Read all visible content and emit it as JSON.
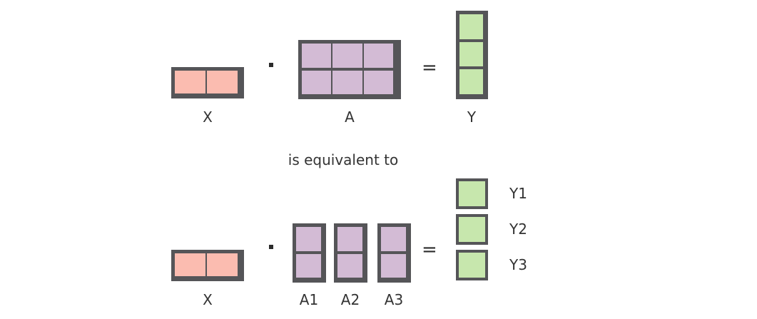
{
  "figure": {
    "background_color": "#ffffff",
    "border_color": "#555558",
    "text_color": "#333333",
    "colors": {
      "x_fill": "#fbbcb0",
      "a_fill": "#d3bbd5",
      "y_fill": "#c7e7ad"
    },
    "connector_text": "is equivalent to"
  },
  "top_equation": {
    "operator_multiply": "·",
    "operator_equals": "=",
    "x_matrix": {
      "label": "X",
      "rows": 1,
      "cols": 2,
      "color": "x_fill"
    },
    "a_matrix": {
      "label": "A",
      "rows": 2,
      "cols": 3,
      "color": "a_fill"
    },
    "y_matrix": {
      "label": "Y",
      "rows": 3,
      "cols": 1,
      "color": "y_fill"
    }
  },
  "bottom_equation": {
    "operator_multiply": "·",
    "operator_equals": "=",
    "x_matrix": {
      "label": "X",
      "rows": 1,
      "cols": 2,
      "color": "x_fill"
    },
    "a_blocks": [
      {
        "label": "A1",
        "rows": 2,
        "cols": 1,
        "color": "a_fill"
      },
      {
        "label": "A2",
        "rows": 2,
        "cols": 1,
        "color": "a_fill"
      },
      {
        "label": "A3",
        "rows": 2,
        "cols": 1,
        "color": "a_fill"
      }
    ],
    "y_blocks": [
      {
        "label": "Y1",
        "rows": 1,
        "cols": 1,
        "color": "y_fill"
      },
      {
        "label": "Y2",
        "rows": 1,
        "cols": 1,
        "color": "y_fill"
      },
      {
        "label": "Y3",
        "rows": 1,
        "cols": 1,
        "color": "y_fill"
      }
    ]
  }
}
